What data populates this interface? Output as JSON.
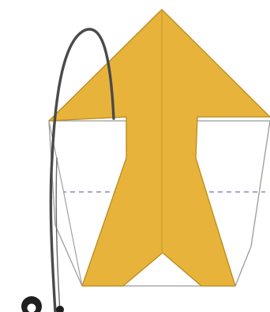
{
  "diagram": {
    "colors": {
      "background": "#ffffff",
      "paper_fill": "#e8b33a",
      "paper_edge": "#b98a1e",
      "crease": "#c99726",
      "outline": "#9a9a9a",
      "fold_line": "#a8a8c8",
      "arrow": "#4a4a4a",
      "step_badge": "#1f1f1f"
    },
    "shapes": [
      "white-back-trapezoid",
      "yellow-arrow-figure",
      "dashed-fold-line",
      "curved-fold-arrow",
      "step-marker"
    ]
  }
}
